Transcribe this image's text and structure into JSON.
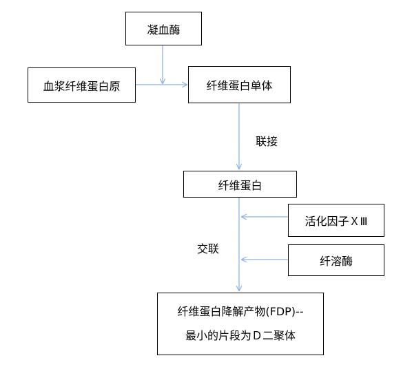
{
  "nodes": {
    "thrombin": "凝血酶",
    "fibrinogen": "血浆纤维蛋白原",
    "fibrin_monomer": "纤维蛋白单体",
    "fibrin": "纤维蛋白",
    "factor_xiii": "活化因子ＸⅢ",
    "plasmin": "纤溶酶",
    "fdp_line1": "纤维蛋白降解产物(FDP)--",
    "fdp_line2": "最小的片段为Ｄ二聚体"
  },
  "edge_labels": {
    "ligation": "联接",
    "crosslink": "交联"
  },
  "colors": {
    "arrow": "#8db3e2",
    "border": "#000000",
    "text": "#000000"
  }
}
